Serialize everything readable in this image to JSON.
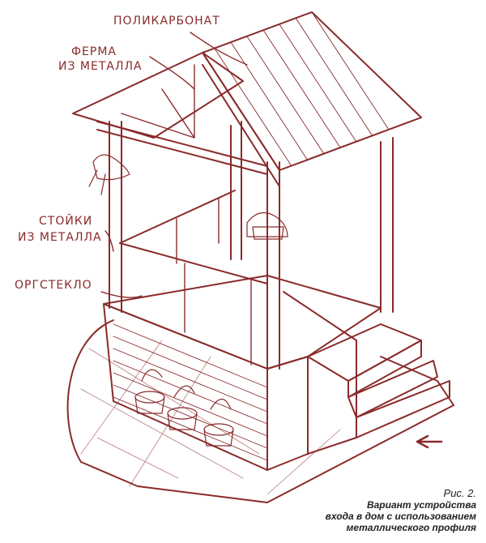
{
  "labels": {
    "polycarbonate": "ПОЛИКАРБОНАТ",
    "truss_line1": "ФЕРМА",
    "truss_line2": "ИЗ МЕТАЛЛА",
    "posts_line1": "СТОЙКИ",
    "posts_line2": "ИЗ МЕТАЛЛА",
    "acrylic": "ОРГСТЕКЛО"
  },
  "caption": {
    "figure": "Рис. 2.",
    "line1": "Вариант устройства",
    "line2": "входа в дом с использованием",
    "line3": "металлического профиля"
  },
  "colors": {
    "ink": "#8a2a2a",
    "caption": "#222222"
  }
}
